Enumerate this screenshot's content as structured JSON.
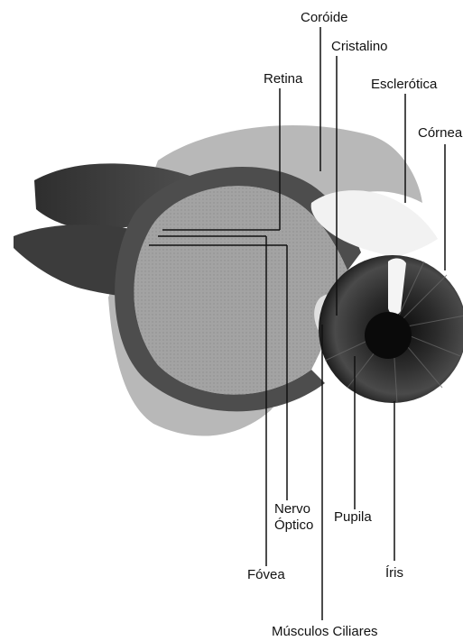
{
  "labels": {
    "coroide": "Coróide",
    "cristalino": "Cristalino",
    "retina": "Retina",
    "esclerotica": "Esclerótica",
    "cornea": "Córnea",
    "nervo_1": "Nervo",
    "nervo_2": "Óptico",
    "pupila": "Pupila",
    "fovea": "Fóvea",
    "iris": "Íris",
    "musculos": "Músculos Ciliares"
  },
  "colors": {
    "sclera_gray": "#b5b5b5",
    "vitreous_gray": "#9c9c9c",
    "nerve_dark": "#3a3a3a",
    "iris_dark": "#262626",
    "text": "#111111"
  }
}
